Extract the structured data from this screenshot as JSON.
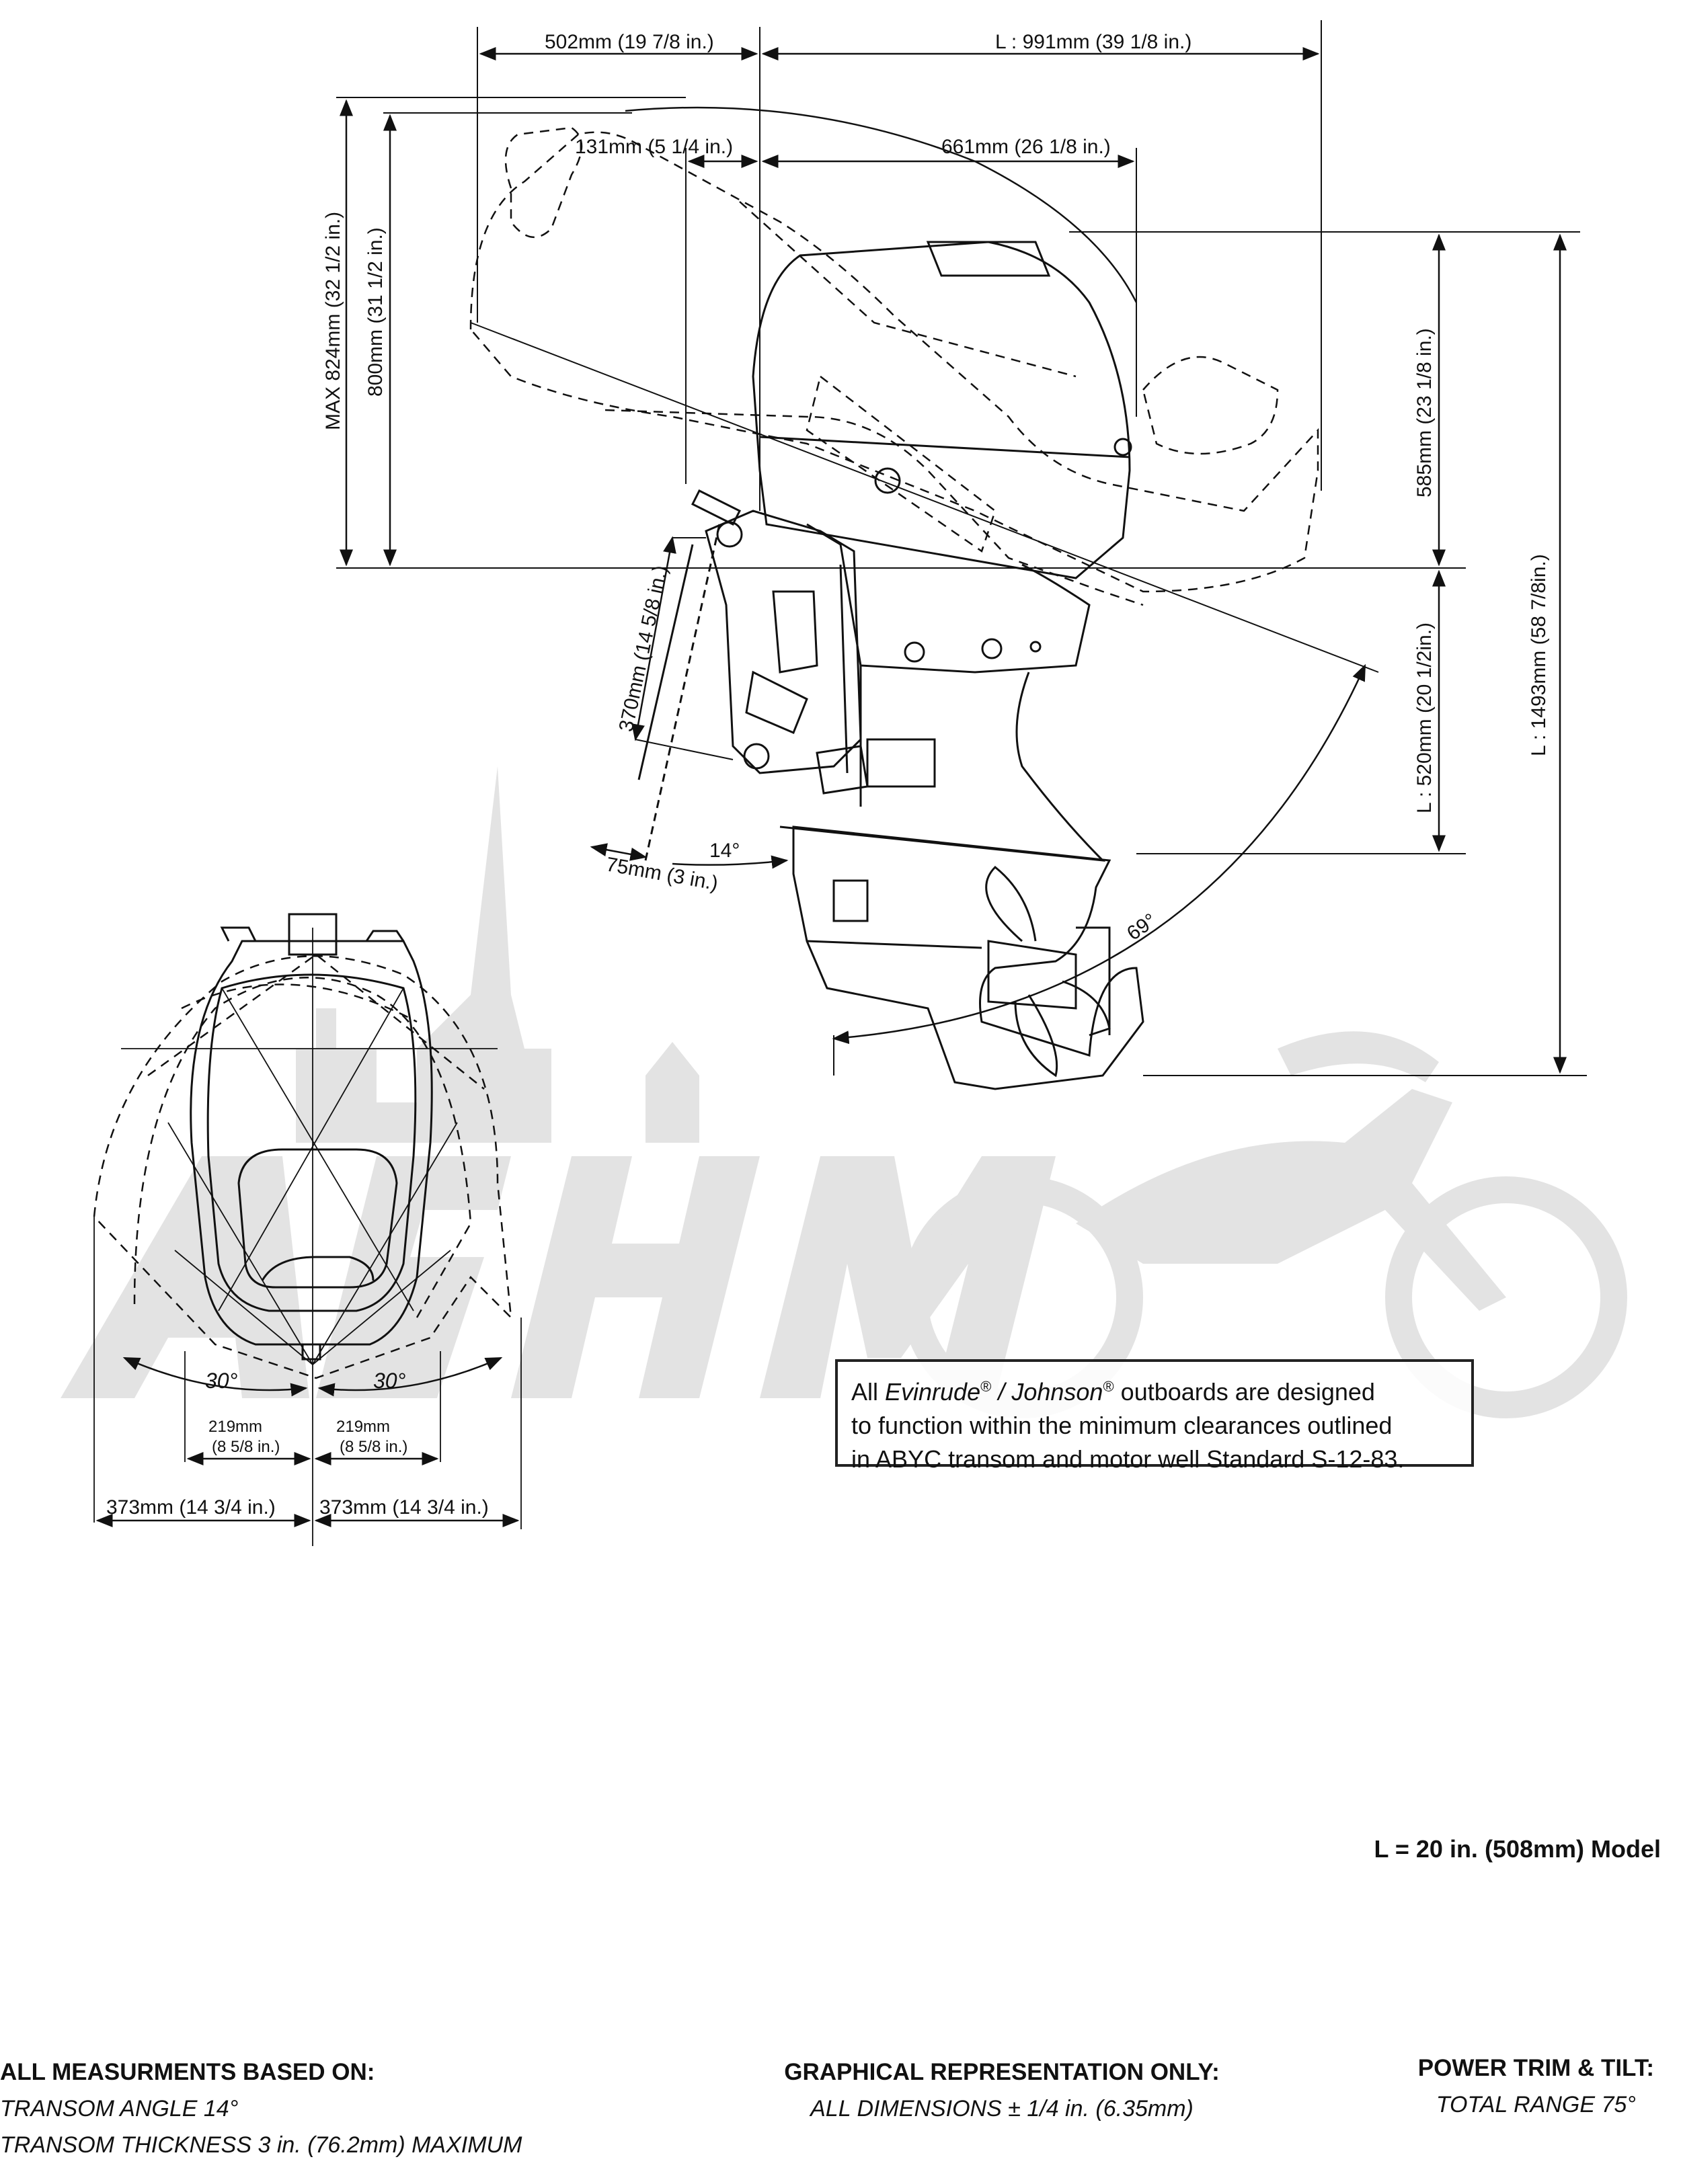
{
  "side_view": {
    "dim_top_left": "502mm (19 7/8 in.)",
    "dim_top_right": "L  :  991mm (39 1/8 in.)",
    "dim_131": "131mm (5 1/4 in.)",
    "dim_661": "661mm (26 1/8 in.)",
    "dim_max_824": "MAX 824mm (32 1/2 in.)",
    "dim_800": "800mm (31 1/2 in.)",
    "dim_585": "585mm (23 1/8 in.)",
    "dim_520": "L  :  520mm (20 1/2in.)",
    "dim_1493": "L  :  1493mm (58 7/8in.)",
    "dim_370": "370mm (14 5/8 in.)",
    "dim_75": "75mm (3 in.)",
    "angle_14": "14°",
    "angle_69": "69°"
  },
  "front_view": {
    "angle_left": "30°",
    "angle_right": "30°",
    "dim_219_left_mm": "219mm",
    "dim_219_left_in": "(8 5/8 in.)",
    "dim_219_right_mm": "219mm",
    "dim_219_right_in": "(8 5/8 in.)",
    "dim_373_left": "373mm (14 3/4 in.)",
    "dim_373_right": "373mm (14 3/4 in.)"
  },
  "note": {
    "part1": "All ",
    "brand1": "Evinrude",
    "reg1": "®",
    "sep": " / ",
    "brand2": "Johnson",
    "reg2": "®",
    "part2": " outboards are designed",
    "line2": "to function within the minimum clearances outlined",
    "line3": "in ABYC transom and motor well Standard S-12-83."
  },
  "model_label": "L = 20 in. (508mm) Model",
  "footer": {
    "left_heading": "ALL MEASURMENTS BASED ON:",
    "left_line1": "TRANSOM ANGLE 14°",
    "left_line2": "TRANSOM THICKNESS 3 in. (76.2mm) MAXIMUM",
    "mid_heading": "GRAPHICAL REPRESENTATION ONLY:",
    "mid_line1": "ALL DIMENSIONS ± 1/4 in. (6.35mm)",
    "right_heading": "POWER TRIM & TILT:",
    "right_line1": "TOTAL RANGE 75°"
  },
  "watermark": {
    "color": "#e3e3e3"
  }
}
